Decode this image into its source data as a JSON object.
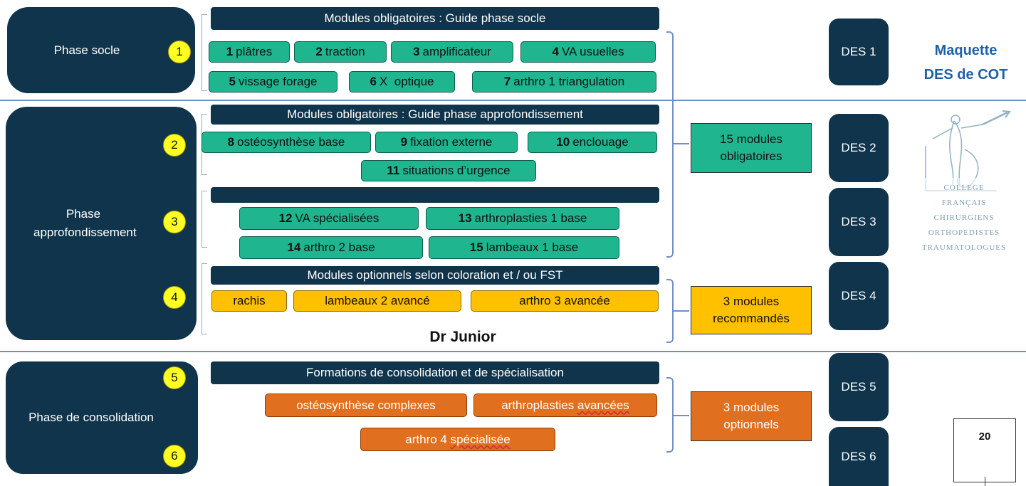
{
  "phases": [
    {
      "label": "Phase socle"
    },
    {
      "label": "Phase approfondissement"
    },
    {
      "label": "Phase de consolidation"
    }
  ],
  "bars": {
    "socle": "Modules obligatoires : Guide phase socle",
    "approfondissement": "Modules obligatoires : Guide phase approfondissement",
    "blank": "",
    "optionnels": "Modules optionnels selon coloration et / ou FST",
    "consolidation": "Formations de consolidation et de spécialisation"
  },
  "modules": [
    {
      "num": "1",
      "label": "plâtres"
    },
    {
      "num": "2",
      "label": "traction"
    },
    {
      "num": "3",
      "label": "amplificateur"
    },
    {
      "num": "4",
      "label": "VA usuelles"
    },
    {
      "num": "5",
      "label": "vissage forage"
    },
    {
      "num": "6",
      "label": "X  optique"
    },
    {
      "num": "7",
      "label": "arthro 1 triangulation"
    },
    {
      "num": "8",
      "label": "ostéosynthèse base"
    },
    {
      "num": "9",
      "label": "fixation externe"
    },
    {
      "num": "10",
      "label": "enclouage"
    },
    {
      "num": "11",
      "label": "situations d’urgence"
    },
    {
      "num": "12",
      "label": "VA spécialisées"
    },
    {
      "num": "13",
      "label": "arthroplasties 1 base"
    },
    {
      "num": "14",
      "label": "arthro 2 base"
    },
    {
      "num": "15",
      "label": "lambeaux 1 base"
    }
  ],
  "optional_modules": [
    "rachis",
    "lambeaux 2 avancé",
    "arthro 3 avancée"
  ],
  "advanced_modules": [
    "ostéosynthèse complexes",
    "arthroplasties avancées",
    "arthro 4 spécialisée"
  ],
  "advanced_modules_parts": {
    "a": "arthroplasties ",
    "b": "avancées",
    "c": "arthro 4 ",
    "d": "spécialisée"
  },
  "step_numbers": [
    "1",
    "2",
    "3",
    "4",
    "5",
    "6"
  ],
  "des": [
    "DES 1",
    "DES 2",
    "DES 3",
    "DES 4",
    "DES 5",
    "DES 6"
  ],
  "summaries": {
    "obligatoires_line1": "15 modules",
    "obligatoires_line2": "obligatoires",
    "recommandes_line1": "3 modules",
    "recommandes_line2": "recommandés",
    "optionnels_line1": "3 modules",
    "optionnels_line2": "optionnels"
  },
  "dr_junior": "Dr Junior",
  "title_line1": "Maquette",
  "title_line2": "DES de COT",
  "logo_text": [
    "COLLEGE",
    "FRANÇAIS",
    "CHIRURGIENS",
    "ORTHOPEDISTES",
    "TRAUMATOLOGUES"
  ],
  "page_number": "20",
  "colors": {
    "navy": "#10344b",
    "green": "#1fb58f",
    "yellow_orange": "#ffc000",
    "orange": "#e0701f",
    "step_yellow": "#ffff24",
    "title_blue": "#1f5fa8",
    "separator": "#6f8fc6"
  }
}
